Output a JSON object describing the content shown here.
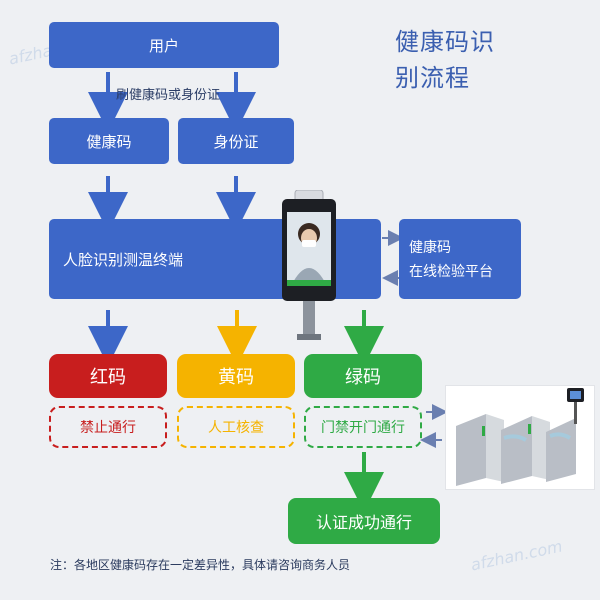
{
  "title": {
    "line1": "健康码识",
    "line2": "别流程"
  },
  "nodes": {
    "user": "用户",
    "swipe_label": "刷健康码或身份证",
    "health_code": "健康码",
    "id_card": "身份证",
    "terminal": "人脸识别测温终端",
    "platform_line1": "健康码",
    "platform_line2": "在线检验平台",
    "red_code": "红码",
    "yellow_code": "黄码",
    "green_code": "绿码",
    "red_action": "禁止通行",
    "yellow_action": "人工核查",
    "green_action": "门禁开门通行",
    "success": "认证成功通行"
  },
  "note": "注：各地区健康码存在一定差异性，具体请咨询商务人员",
  "watermark": "afzhan.com",
  "colors": {
    "blue": "#3d67c8",
    "red": "#c81e1e",
    "yellow": "#f5b300",
    "green": "#2faa45"
  }
}
